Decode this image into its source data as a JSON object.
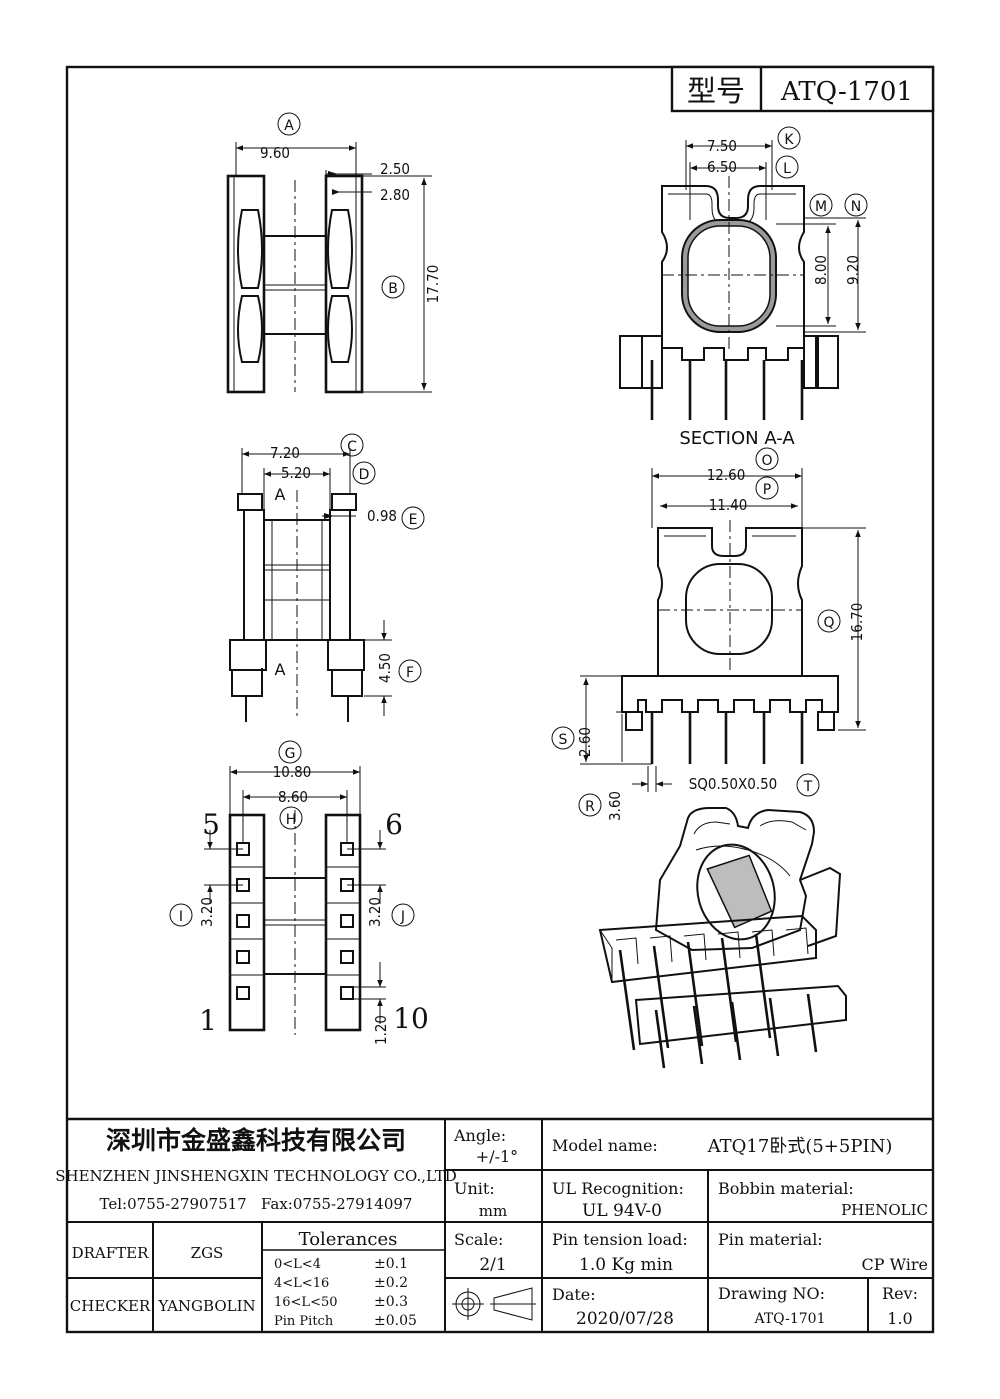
{
  "header": {
    "model_label": "型号",
    "model_value": "ATQ-1701"
  },
  "dimensions": {
    "A": "9.60",
    "B": "17.70",
    "C": "7.20",
    "D": "5.20",
    "E": "0.98",
    "F": "4.50",
    "G": "10.80",
    "H": "8.60",
    "I": "3.20",
    "J": "3.20",
    "K": "7.50",
    "L": "6.50",
    "M": "8.00",
    "N": "9.20",
    "O": "12.60",
    "P": "11.40",
    "Q": "16.70",
    "R": "3.60",
    "S": "2.60",
    "T": "SQ0.50X0.50",
    "extra1": "2.50",
    "extra2": "2.80",
    "extra3": "1.20"
  },
  "labels": {
    "section": "SECTION A-A",
    "section_mark": "A",
    "pin_5": "5",
    "pin_6": "6",
    "pin_1": "1",
    "pin_10": "10"
  },
  "title_block": {
    "company_cn": "深圳市金盛鑫科技有限公司",
    "company_en": "SHENZHEN JINSHENGXIN TECHNOLOGY CO.,LTD",
    "contact": "Tel:0755-27907517   Fax:0755-27914097",
    "angle_label": "Angle:",
    "angle_value": "+/-1°",
    "unit_label": "Unit:",
    "unit_value": "mm",
    "scale_label": "Scale:",
    "scale_value": "2/1",
    "model_name_label": "Model name:",
    "model_name_value": "ATQ17卧式(5+5PIN)",
    "ul_label": "UL Recognition:",
    "ul_value": "UL 94V-0",
    "bobbin_label": "Bobbin material:",
    "bobbin_value": "PHENOLIC",
    "pin_tension_label": "Pin tension load:",
    "pin_tension_value": "1.0 Kg min",
    "pin_material_label": "Pin material:",
    "pin_material_value": "CP Wire",
    "date_label": "Date:",
    "date_value": "2020/07/28",
    "drawing_no_label": "Drawing NO:",
    "drawing_no_value": "ATQ-1701",
    "rev_label": "Rev:",
    "rev_value": "1.0",
    "drafter_label": "DRAFTER",
    "drafter_value": "ZGS",
    "checker_label": "CHECKER",
    "checker_value": "YANGBOLIN",
    "tolerances_title": "Tolerances",
    "tolerances": [
      {
        "range": "0<L<4",
        "value": "±0.1"
      },
      {
        "range": "4<L<16",
        "value": "±0.2"
      },
      {
        "range": "16<L<50",
        "value": "±0.3"
      },
      {
        "range": "Pin Pitch",
        "value": "±0.05"
      }
    ]
  }
}
